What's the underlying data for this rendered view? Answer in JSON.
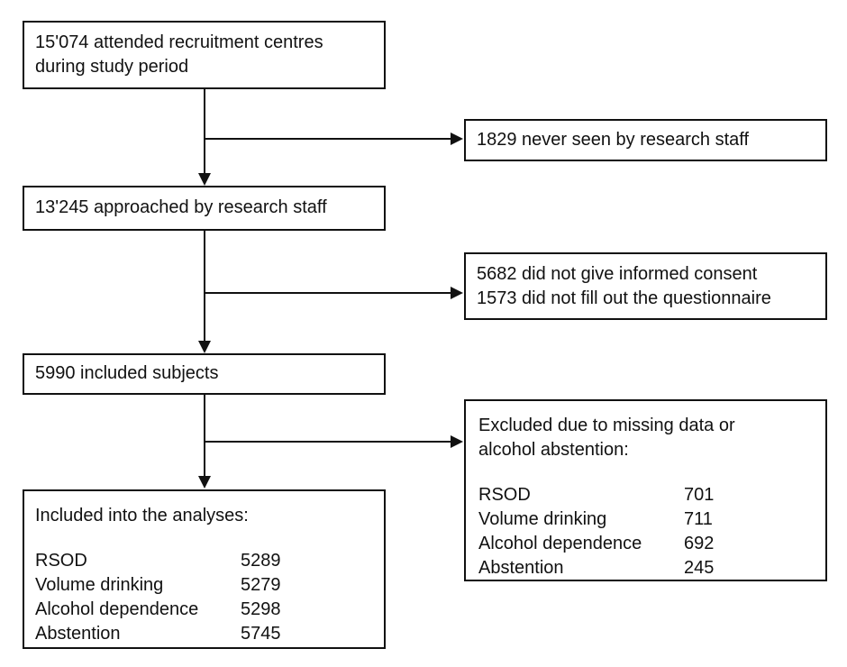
{
  "colors": {
    "line": "#111111",
    "background": "#ffffff",
    "text": "#111111"
  },
  "boxes": {
    "attended": {
      "lines": [
        "15'074 attended recruitment centres",
        "during study period"
      ]
    },
    "never_seen": {
      "text": "1829 never seen by research staff"
    },
    "approached": {
      "text": "13'245 approached by research staff"
    },
    "not_consented": {
      "lines": [
        "5682 did not give informed consent",
        "1573 did not fill out the questionnaire"
      ]
    },
    "included": {
      "text": "5990 included subjects"
    },
    "analyses": {
      "title_lines": [
        "Included into the analyses:"
      ],
      "rows": [
        {
          "label": "RSOD",
          "value": "5289"
        },
        {
          "label": "Volume drinking",
          "value": "5279"
        },
        {
          "label": "Alcohol dependence",
          "value": "5298"
        },
        {
          "label": "Abstention",
          "value": "5745"
        }
      ]
    },
    "excluded": {
      "title_lines": [
        "Excluded due to missing data or",
        "alcohol abstention:"
      ],
      "rows": [
        {
          "label": "RSOD",
          "value": "701"
        },
        {
          "label": "Volume drinking",
          "value": "711"
        },
        {
          "label": "Alcohol dependence",
          "value": "692"
        },
        {
          "label": "Abstention",
          "value": "245"
        }
      ]
    }
  }
}
